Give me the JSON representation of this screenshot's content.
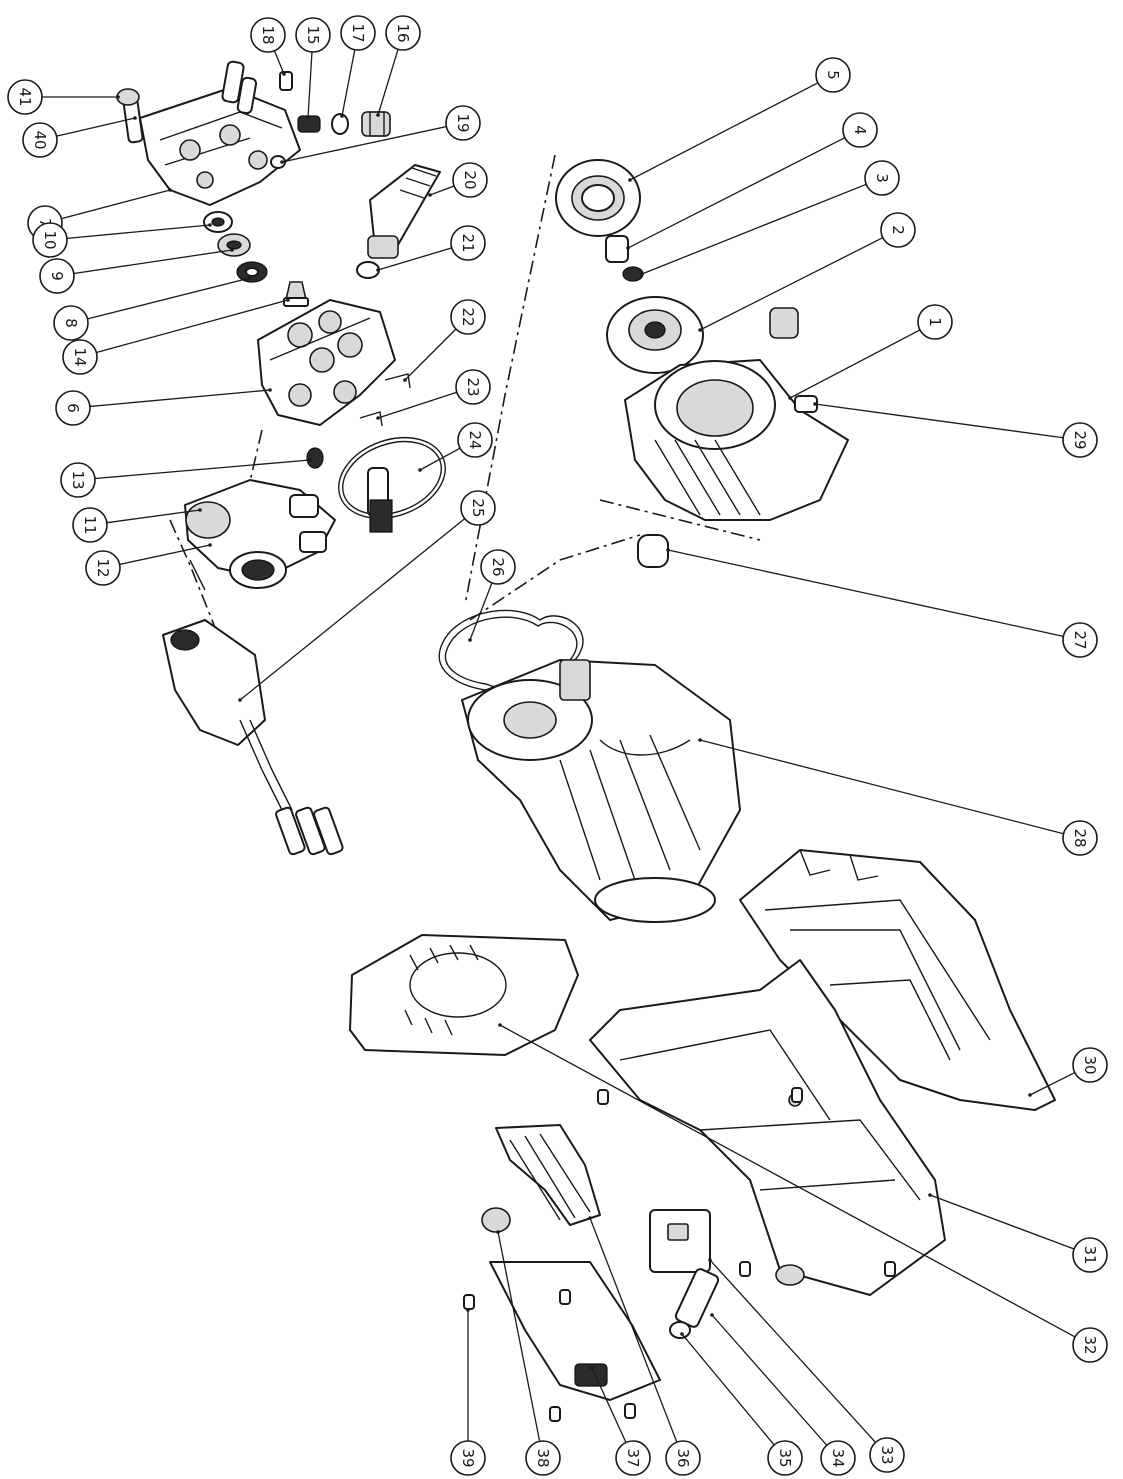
{
  "callouts": [
    {
      "id": "1"
    },
    {
      "id": "2"
    },
    {
      "id": "3"
    },
    {
      "id": "4"
    },
    {
      "id": "5"
    },
    {
      "id": "6"
    },
    {
      "id": "7"
    },
    {
      "id": "8"
    },
    {
      "id": "9"
    },
    {
      "id": "10"
    },
    {
      "id": "11"
    },
    {
      "id": "12"
    },
    {
      "id": "13"
    },
    {
      "id": "14"
    },
    {
      "id": "15"
    },
    {
      "id": "16"
    },
    {
      "id": "17"
    },
    {
      "id": "18"
    },
    {
      "id": "19"
    },
    {
      "id": "20"
    },
    {
      "id": "21"
    },
    {
      "id": "22"
    },
    {
      "id": "23"
    },
    {
      "id": "24"
    },
    {
      "id": "25"
    },
    {
      "id": "26"
    },
    {
      "id": "27"
    },
    {
      "id": "28"
    },
    {
      "id": "29"
    },
    {
      "id": "30"
    },
    {
      "id": "31"
    },
    {
      "id": "32"
    },
    {
      "id": "33"
    },
    {
      "id": "34"
    },
    {
      "id": "35"
    },
    {
      "id": "36"
    },
    {
      "id": "37"
    },
    {
      "id": "38"
    },
    {
      "id": "39"
    },
    {
      "id": "40"
    },
    {
      "id": "41"
    }
  ]
}
